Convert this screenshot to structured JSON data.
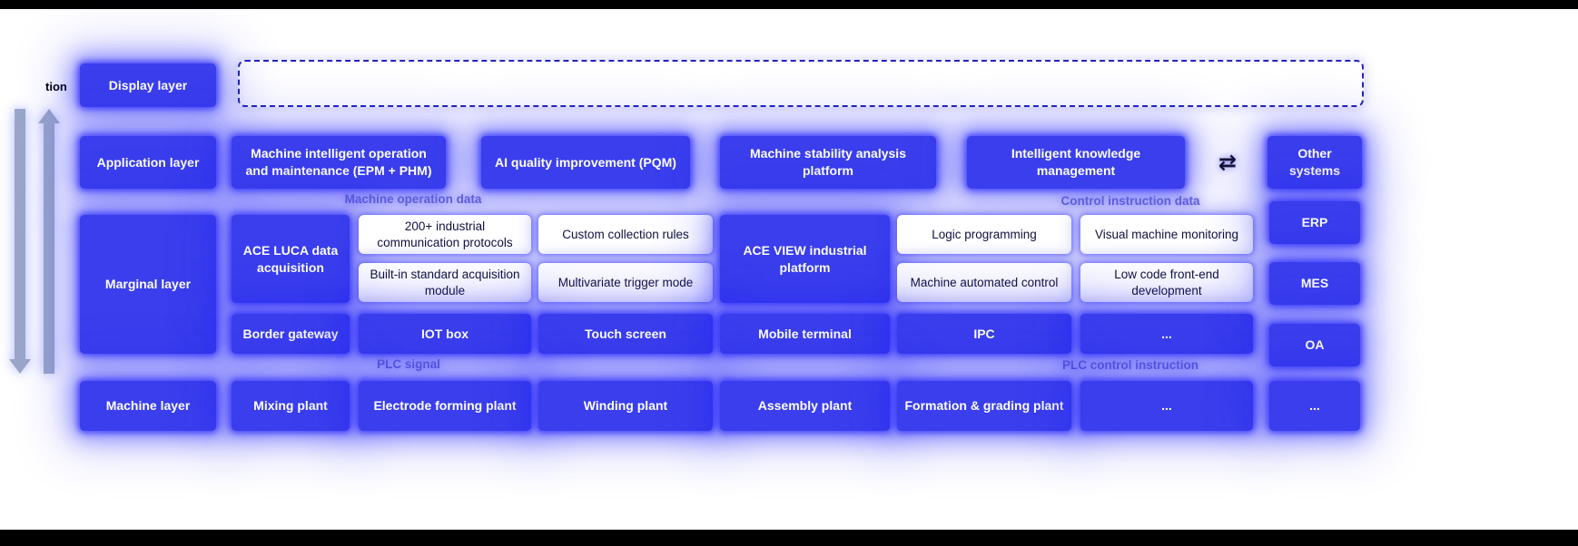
{
  "fragment": {
    "text": "tion"
  },
  "layers": {
    "display": "Display layer",
    "application": "Application layer",
    "marginal": "Marginal layer",
    "machine": "Machine layer"
  },
  "application": {
    "epm_phm": "Machine intelligent operation and maintenance (EPM + PHM)",
    "pqm": "AI quality improvement (PQM)",
    "stability": "Machine stability analysis platform",
    "knowledge": "Intelligent knowledge management"
  },
  "flows": {
    "machine_operation_data": "Machine operation data",
    "control_instruction_data": "Control instruction data",
    "plc_signal": "PLC signal",
    "plc_control_instruction": "PLC control instruction"
  },
  "marginal": {
    "ace_luca": "ACE LUCA data acquisition",
    "protocols": "200+ industrial communication protocols",
    "acquisition_module": "Built-in standard acquisition module",
    "collection_rules": "Custom collection rules",
    "trigger_mode": "Multivariate trigger mode",
    "ace_view": "ACE VIEW industrial platform",
    "logic_programming": "Logic programming",
    "automated_control": "Machine automated control",
    "visual_monitoring": "Visual machine monitoring",
    "low_code": "Low code front-end development"
  },
  "devices": {
    "border_gateway": "Border gateway",
    "iot_box": "IOT box",
    "touch_screen": "Touch screen",
    "mobile_terminal": "Mobile terminal",
    "ipc": "IPC",
    "more": "..."
  },
  "machines": {
    "mixing": "Mixing plant",
    "electrode": "Electrode forming plant",
    "winding": "Winding plant",
    "assembly": "Assembly plant",
    "formation": "Formation & grading plant",
    "more": "..."
  },
  "external_systems": {
    "other": "Other systems",
    "erp": "ERP",
    "mes": "MES",
    "oa": "OA",
    "more": "..."
  },
  "icons": {
    "exchange_arrow": "⇄"
  },
  "colors": {
    "box_blue": "#3A3EEC",
    "glow_blue": "#2626FA",
    "flow_label_purple": "#6161DA",
    "white_box_text": "#10103E",
    "side_arrow_gray": "#9AA6C9"
  }
}
